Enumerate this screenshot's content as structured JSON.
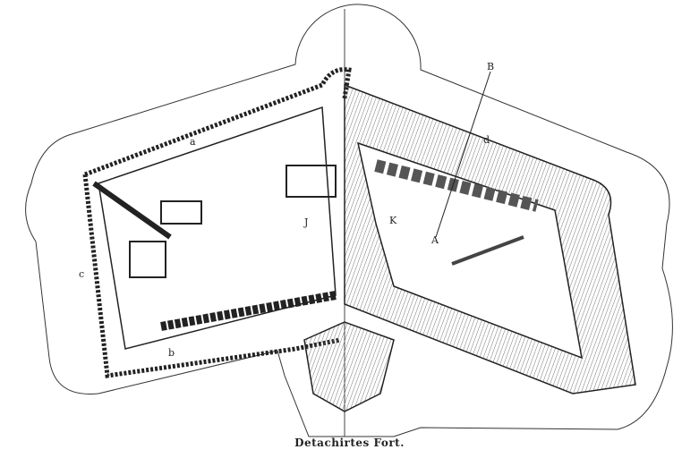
{
  "caption": "Detachirtes Fort.",
  "labels": {
    "B": "B",
    "A": "A",
    "J": "J",
    "K": "K",
    "a": "a",
    "b": "b",
    "c": "c",
    "d": "d"
  },
  "colors": {
    "ink": "#222222",
    "hatch": "#9a9a9a",
    "paper": "#ffffff"
  }
}
